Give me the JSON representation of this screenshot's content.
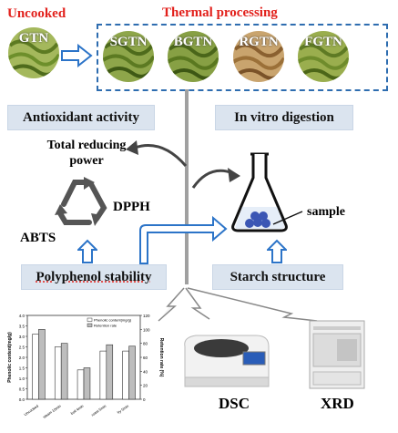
{
  "labels": {
    "uncooked": "Uncooked",
    "thermal": "Thermal processing"
  },
  "samples": [
    {
      "label": "GTN",
      "tint": "#7fa03a"
    },
    {
      "label": "SGTN",
      "tint": "#6f9230"
    },
    {
      "label": "BGTN",
      "tint": "#6c8c2e"
    },
    {
      "label": "RGTN",
      "tint": "#a07a42"
    },
    {
      "label": "FGTN",
      "tint": "#80933a"
    }
  ],
  "boxes": {
    "antioxidant": "Antioxidant activity",
    "digestion": "In vitro digestion",
    "polyphenol": "Polyphenol stability",
    "starch": "Starch structure"
  },
  "assays": {
    "trp_line1": "Total reducing",
    "trp_line2": "power",
    "dpph": "DPPH",
    "abts": "ABTS"
  },
  "flask_label": "sample",
  "instruments": {
    "dsc": "DSC",
    "xrd": "XRD"
  },
  "colors": {
    "red": "#e2211c",
    "box_fill": "#dbe4ef",
    "dash_blue": "#2e6db0",
    "arrow_blue": "#2c74c8",
    "divider": "#a0a0a0"
  },
  "chart_data": {
    "type": "bar",
    "categories": [
      "Uncooked",
      "steam 10min",
      "boil 4min",
      "roast 5min",
      "fry 5min"
    ],
    "series": [
      {
        "name": "Phenolic content(mg/g)",
        "values": [
          3.1,
          2.5,
          1.4,
          2.3,
          2.3
        ]
      },
      {
        "name": "Retention rate",
        "values": [
          100,
          80,
          45,
          78,
          76
        ]
      }
    ],
    "ylabel": "Phenolic content(mg/g)",
    "y2label": "Retention rate (%)",
    "ylim": [
      0,
      4
    ],
    "y2lim": [
      0,
      120
    ],
    "yticks": [
      "0.0",
      "0.5",
      "1.0",
      "1.5",
      "2.0",
      "2.5",
      "3.0",
      "3.5",
      "4.0"
    ],
    "y2ticks": [
      "0",
      "20",
      "40",
      "60",
      "80",
      "100",
      "120"
    ]
  }
}
